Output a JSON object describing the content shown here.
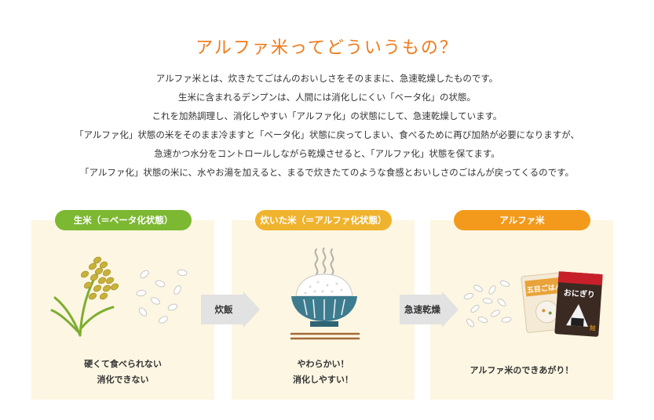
{
  "title": "アルファ米ってどういうもの？",
  "intro": [
    "アルファ米とは、炊きたてごはんのおいしさをそのままに、急速乾燥したものです。",
    "生米に含まれるデンプンは、人間には消化しにくい「ベータ化」の状態。",
    "これを加熱調理し、消化しやすい「アルファ化」の状態にして、急速乾燥しています。",
    "「アルファ化」状態の米をそのまま冷ますと「ベータ化」状態に戻ってしまい、食べるために再び加熱が必要になりますが、",
    "急速かつ水分をコントロールしながら乾燥させると、「アルファ化」状態を保てます。",
    "「アルファ化」状態の米に、水やお湯を加えると、まるで炊きたてのような食感とおいしさのごはんが戻ってくるのです。"
  ],
  "steps": [
    {
      "label": "生米（＝ベータ化状態）",
      "caption1": "硬くて食べられない",
      "caption2": "消化できない",
      "color": "#7cb832"
    },
    {
      "label": "炊いた米（＝アルファ化状態）",
      "caption1": "やわらかい！",
      "caption2": "消化しやすい！",
      "color": "#f0b32e"
    },
    {
      "label": "アルファ米",
      "caption1": "アルファ米のできあがり！",
      "color": "#f39a1c"
    }
  ],
  "arrows": [
    {
      "label": "炊飯"
    },
    {
      "label": "急速乾燥"
    }
  ],
  "package_text": {
    "line1": "五目ごはん",
    "line2": "おにぎり",
    "line3": "鮭"
  },
  "colors": {
    "accent": "#f07a1a",
    "panel_bg": "#fcf6e2",
    "arrow": "#e2e2e2",
    "bowl": "#3d7c8f"
  }
}
